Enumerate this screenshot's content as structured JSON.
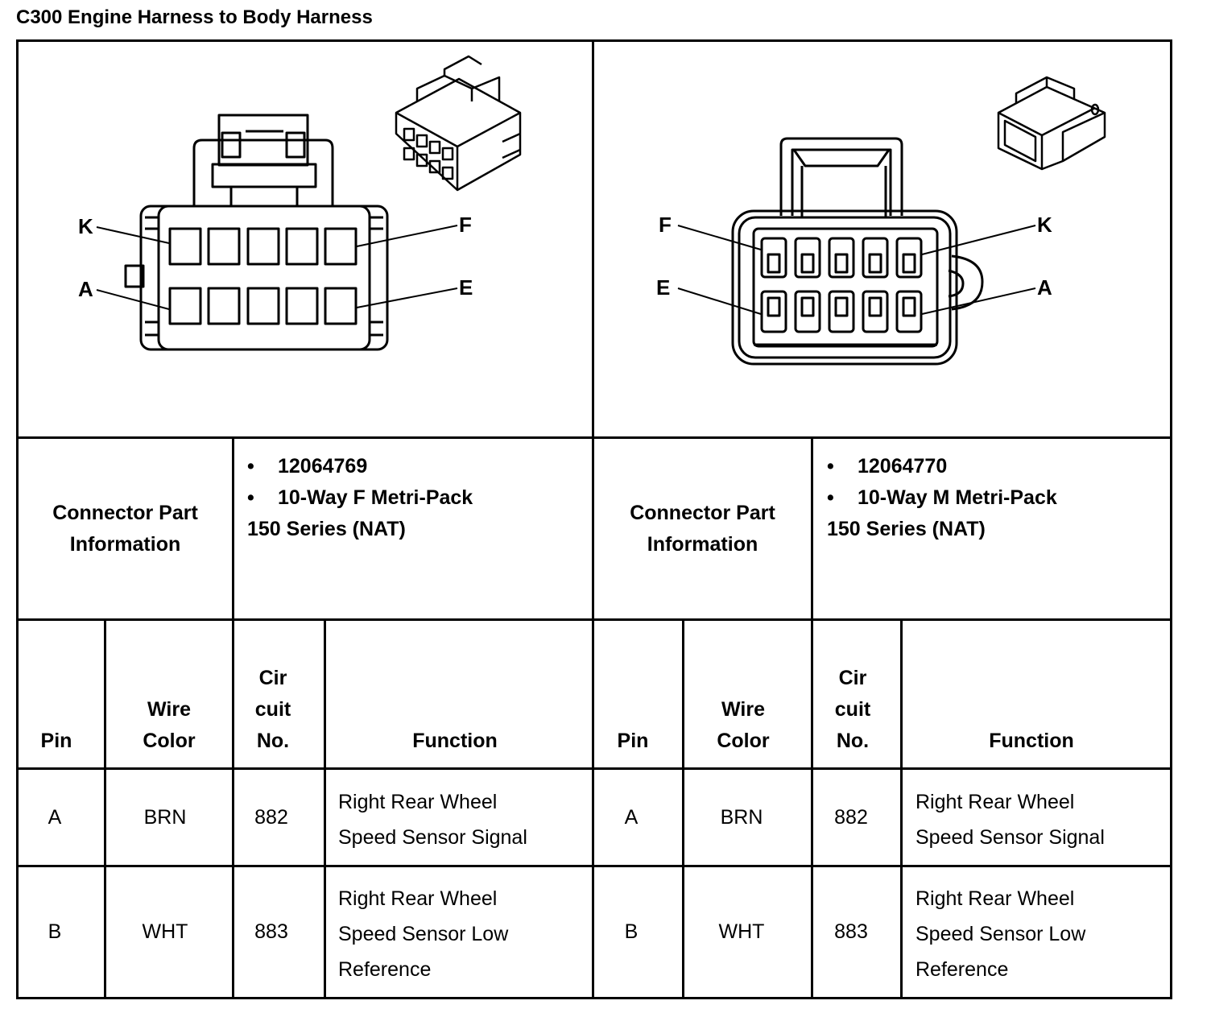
{
  "title": "C300 Engine Harness to Body Harness",
  "connectors": [
    {
      "part_info_label": [
        "Connector Part",
        "Information"
      ],
      "part_number": "12064769",
      "description": "10-Way F Metri-Pack",
      "series": "150 Series (NAT)",
      "pin_labels": {
        "top_left": "K",
        "top_right": "F",
        "bottom_left": "A",
        "bottom_right": "E"
      },
      "headers": {
        "pin": "Pin",
        "wire_color": [
          "Wire",
          "Color"
        ],
        "circuit": [
          "Cir",
          "cuit",
          "No."
        ],
        "function": "Function"
      },
      "rows": [
        {
          "pin": "A",
          "wire_color": "BRN",
          "circuit": "882",
          "function": [
            "Right Rear Wheel",
            "Speed Sensor Signal"
          ]
        },
        {
          "pin": "B",
          "wire_color": "WHT",
          "circuit": "883",
          "function": [
            "Right Rear Wheel",
            "Speed Sensor Low",
            "Reference"
          ]
        }
      ]
    },
    {
      "part_info_label": [
        "Connector Part",
        "Information"
      ],
      "part_number": "12064770",
      "description": "10-Way M Metri-Pack",
      "series": "150 Series (NAT)",
      "pin_labels": {
        "top_left": "F",
        "top_right": "K",
        "bottom_left": "E",
        "bottom_right": "A"
      },
      "headers": {
        "pin": "Pin",
        "wire_color": [
          "Wire",
          "Color"
        ],
        "circuit": [
          "Cir",
          "cuit",
          "No."
        ],
        "function": "Function"
      },
      "rows": [
        {
          "pin": "A",
          "wire_color": "BRN",
          "circuit": "882",
          "function": [
            "Right Rear Wheel",
            "Speed Sensor Signal"
          ]
        },
        {
          "pin": "B",
          "wire_color": "WHT",
          "circuit": "883",
          "function": [
            "Right Rear Wheel",
            "Speed Sensor Low",
            "Reference"
          ]
        }
      ]
    }
  ]
}
